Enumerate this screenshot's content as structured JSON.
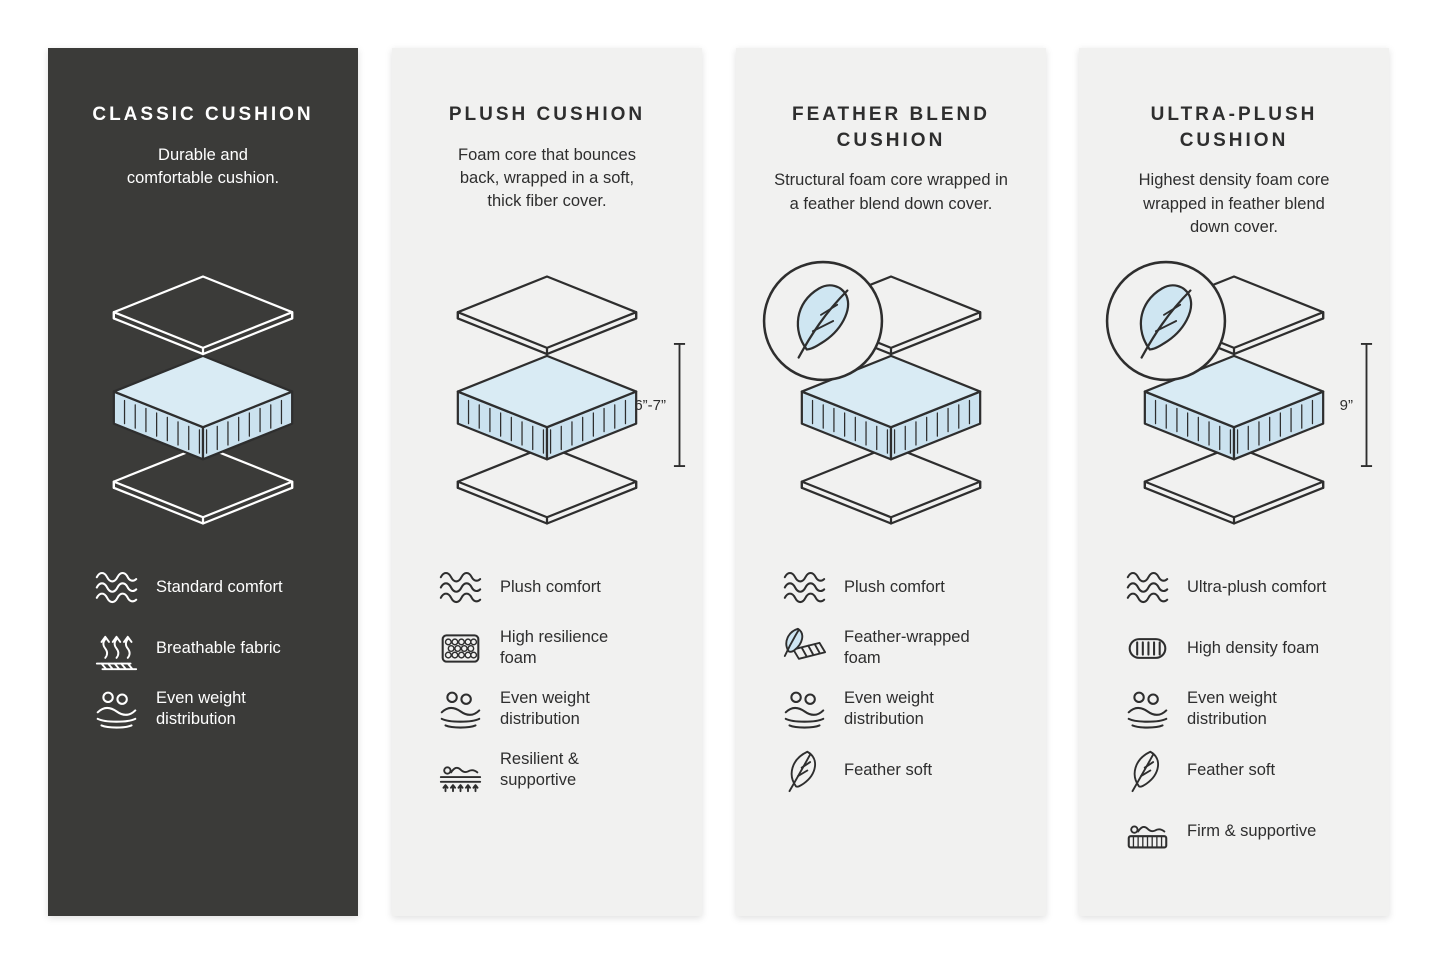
{
  "infographic": {
    "background": "#ffffff",
    "colors": {
      "dark_panel": "#3b3b39",
      "light_panel": "#f1f1f0",
      "foam_blue_top": "#d9ebf4",
      "foam_blue_side": "#cbe2ef",
      "feather_blue": "#cfe6f2",
      "ink_dark": "#2e2e2e",
      "ink_light": "#ffffff"
    }
  },
  "panels": [
    {
      "id": "classic-cushion",
      "theme": "dark",
      "title": "CLASSIC CUSHION",
      "description": "Durable and\ncomfortable cushion.",
      "diagram": {
        "layers_icon": "cushion-layers-icon",
        "feather_badge": false,
        "measurement": ""
      },
      "features": [
        {
          "icon": "wave-icon",
          "label": "Standard comfort"
        },
        {
          "icon": "breathable-icon",
          "label": "Breathable fabric"
        },
        {
          "icon": "weight-distribution-icon",
          "label": "Even weight\ndistribution"
        }
      ]
    },
    {
      "id": "plush-cushion",
      "theme": "light",
      "title": "PLUSH CUSHION",
      "description": "Foam core that bounces\nback, wrapped in a soft,\nthick fiber cover.",
      "diagram": {
        "layers_icon": "cushion-layers-icon",
        "feather_badge": false,
        "measurement": "6”-7”"
      },
      "features": [
        {
          "icon": "wave-icon",
          "label": "Plush comfort"
        },
        {
          "icon": "foam-cells-icon",
          "label": "High resilience\nfoam"
        },
        {
          "icon": "weight-distribution-icon",
          "label": "Even weight\ndistribution"
        },
        {
          "icon": "resilient-supportive-icon",
          "label": "Resilient &\nsupportive"
        }
      ]
    },
    {
      "id": "feather-blend-cushion",
      "theme": "light",
      "title": "FEATHER BLEND\nCUSHION",
      "description": "Structural foam core wrapped in\na feather blend down cover.",
      "diagram": {
        "layers_icon": "cushion-layers-icon",
        "feather_badge": true,
        "measurement": ""
      },
      "features": [
        {
          "icon": "wave-icon",
          "label": "Plush comfort"
        },
        {
          "icon": "feather-wrapped-foam-icon",
          "label": "Feather-wrapped\nfoam"
        },
        {
          "icon": "weight-distribution-icon",
          "label": "Even weight\ndistribution"
        },
        {
          "icon": "feather-icon",
          "label": "Feather soft"
        }
      ]
    },
    {
      "id": "ultra-plush-cushion",
      "theme": "light",
      "title": "ULTRA-PLUSH\nCUSHION",
      "description": "Highest density foam core\nwrapped in feather blend\ndown cover.",
      "diagram": {
        "layers_icon": "cushion-layers-icon",
        "feather_badge": true,
        "measurement": "9”"
      },
      "features": [
        {
          "icon": "wave-icon",
          "label": "Ultra-plush comfort"
        },
        {
          "icon": "density-foam-icon",
          "label": "High density foam"
        },
        {
          "icon": "weight-distribution-icon",
          "label": "Even weight\ndistribution"
        },
        {
          "icon": "feather-icon",
          "label": "Feather soft"
        },
        {
          "icon": "firm-supportive-icon",
          "label": "Firm & supportive"
        }
      ]
    }
  ]
}
